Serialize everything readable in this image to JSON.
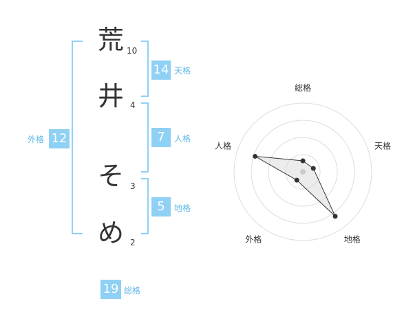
{
  "name_chars": [
    {
      "char": "荒",
      "strokes": "10"
    },
    {
      "char": "井",
      "strokes": "4"
    },
    {
      "char": "そ",
      "strokes": "3"
    },
    {
      "char": "め",
      "strokes": "2"
    }
  ],
  "fortune": {
    "tenkaku": {
      "value": "14",
      "label": "天格"
    },
    "jinkaku": {
      "value": "7",
      "label": "人格"
    },
    "chikaku": {
      "value": "5",
      "label": "地格"
    },
    "gaikaku": {
      "value": "12",
      "label": "外格"
    },
    "soukaku": {
      "value": "19",
      "label": "総格"
    }
  },
  "colors": {
    "accent": "#8fd0f5",
    "accent_text": "#5fb7e8",
    "bracket": "#8fd0f5",
    "text": "#333333"
  },
  "chart_data": {
    "type": "radar",
    "axes": [
      "総格",
      "天格",
      "地格",
      "外格",
      "人格"
    ],
    "values": [
      0.16,
      0.16,
      0.8,
      0.15,
      0.73
    ],
    "range": [
      0,
      1
    ],
    "rings": 4
  }
}
